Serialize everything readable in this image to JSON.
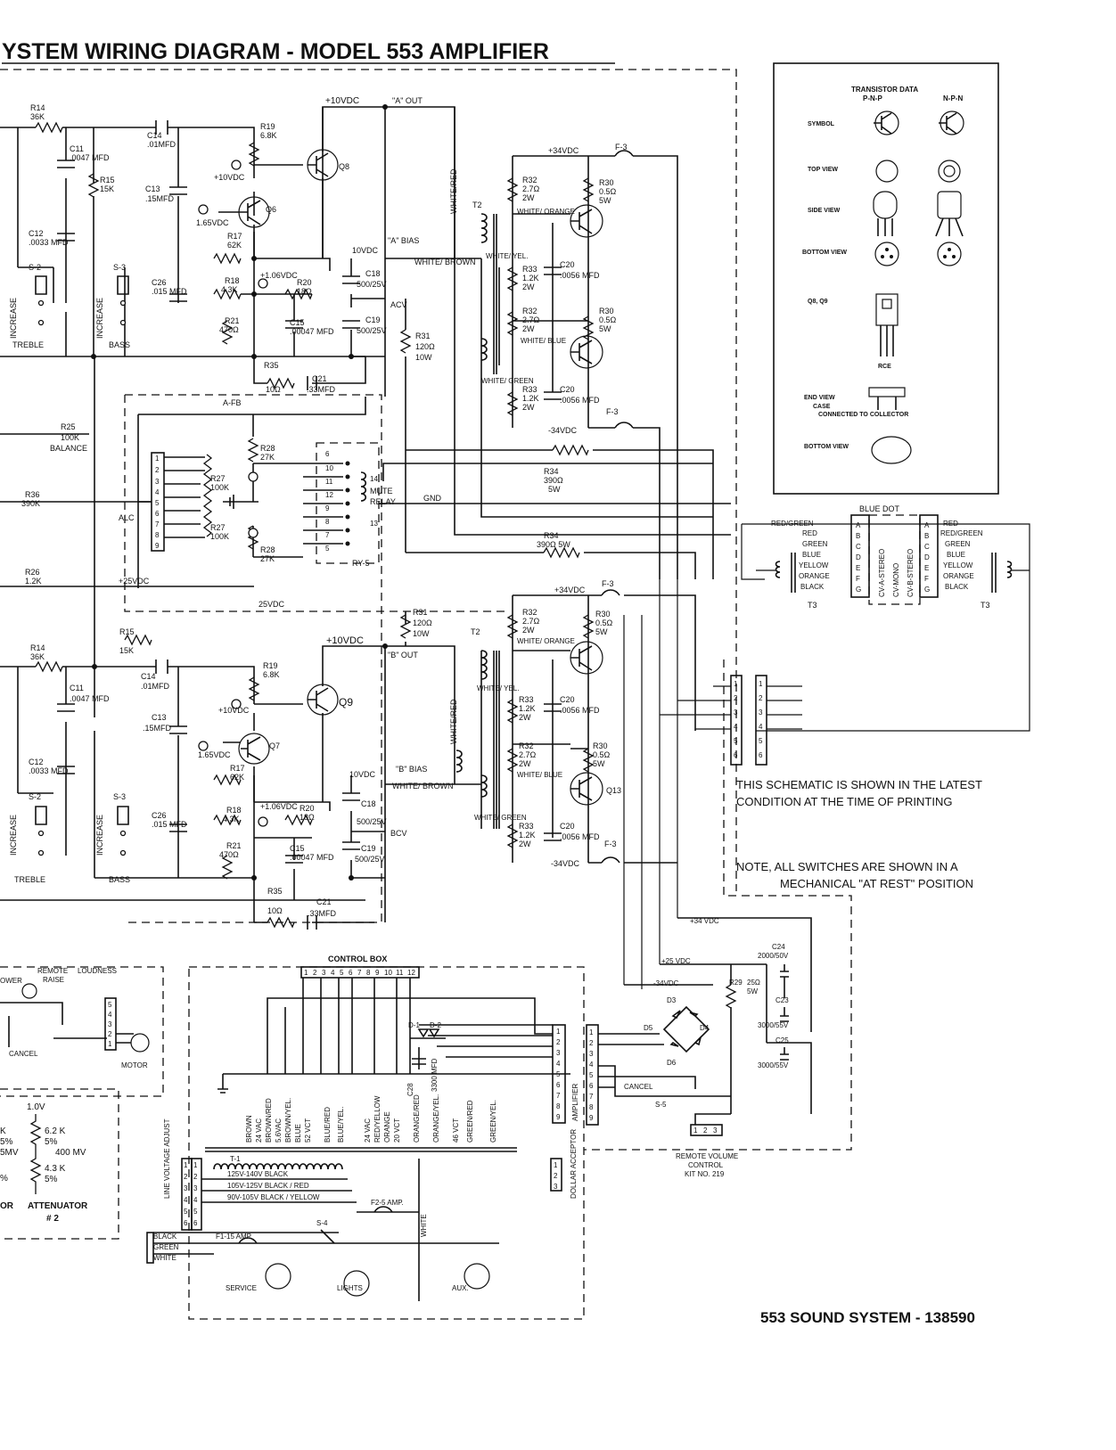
{
  "header": {
    "title": "YSTEM WIRING DIAGRAM - MODEL 553 AMPLIFIER",
    "footer": "553 SOUND SYSTEM - 138590"
  },
  "notes": {
    "line1": "THIS SCHEMATIC IS SHOWN IN THE LATEST",
    "line2": "CONDITION AT THE TIME OF PRINTING",
    "line3": "NOTE, ALL SWITCHES ARE SHOWN IN A",
    "line4": "MECHANICAL \"AT REST\" POSITION"
  },
  "transistor_data": {
    "title": "TRANSISTOR DATA",
    "pnp": "P-N-P",
    "npn": "N-P-N",
    "rows": [
      "SYMBOL",
      "TOP VIEW",
      "SIDE VIEW",
      "BOTTOM VIEW",
      "Q8, Q9",
      "END VIEW",
      "BOTTOM VIEW"
    ],
    "case_note1": "CASE",
    "case_note2": "CONNECTED TO COLLECTOR",
    "rce": "RCE"
  },
  "ch1": {
    "r14": "R14",
    "r14v": "36K",
    "c11": "C11",
    "c11v": ".0047 MFD",
    "c14": "C14",
    "c14v": ".01MFD",
    "r15": "R15",
    "r15v": "15K",
    "c13": "C13",
    "c13v": ".15MFD",
    "c12": "C12",
    "c12v": ".0033 MFD",
    "r19": "R19",
    "r19v": "6.8K",
    "q8": "Q8",
    "q6": "Q6",
    "v10": "+10VDC",
    "v165": "1.65VDC",
    "r17": "R17",
    "r17v": "62K",
    "r18": "R18",
    "r18v": "4.3K",
    "v106": "+1.06VDC",
    "r20": "R20",
    "r20v": "18Ω",
    "r21": "R21",
    "r21v": "470Ω",
    "c15": "C15",
    "c15v": ".00047 MFD",
    "c26": "C26",
    "c26v": ".015 MFD",
    "r35": "R35",
    "r35v": "10Ω",
    "c21": "C21",
    "c21v": ".33MFD",
    "afb": "A-FB",
    "s2": "S-2",
    "s3": "S-3",
    "increase": "INCREASE",
    "treble": "TREBLE",
    "bass": "BASS",
    "top_v": "+10VDC",
    "aout": "\"A\" OUT",
    "abias": "\"A\" BIAS",
    "bias_v": "10VDC",
    "c18": "C18",
    "c18v": "500/25V",
    "c19": "C19",
    "c19v": "500/25V",
    "acv": "ACV",
    "r31": "R31",
    "r31v": "120Ω",
    "r31w": "10W",
    "white_red": "WHITE/RED",
    "white_brown": "WHITE/ BROWN",
    "t2": "T2",
    "p34": "+34VDC",
    "f3": "F-3",
    "n34": "-34VDC",
    "r32": "R32",
    "r32v": "2.7Ω",
    "r32w": "2W",
    "r30": "R30",
    "r30v": "0.5Ω",
    "r30w": "5W",
    "white_orange": "WHITE/ ORANGE",
    "white_yel": "WHITE/ YEL.",
    "r33": "R33",
    "r33v": "1.2K",
    "r33w": "2W",
    "c20": "C20",
    "c20v": ".0056 MFD",
    "white_blue": "WHITE/ BLUE",
    "white_green": "WHITE/ GREEN"
  },
  "mid": {
    "r25": "R25",
    "r25v": "100K",
    "balance": "BALANCE",
    "r36": "R36",
    "r36v": "390K",
    "alc": "ALC",
    "r27": "R27",
    "r27v": "100K",
    "r28": "R28",
    "r28v": "27K",
    "r26": "R26",
    "r26v": "1.2K",
    "p25": "+25VDC",
    "v25": "25VDC",
    "mute": "MUTE",
    "relay": "RELAY",
    "ry5": "RY-5",
    "gnd": "GND",
    "r34": "R34",
    "r34v": "390Ω",
    "r34w": "5W",
    "r34b": "390Ω 5W",
    "pins": [
      "1",
      "2",
      "3",
      "4",
      "5",
      "6",
      "7",
      "8",
      "9"
    ],
    "relay_pins": [
      "6",
      "10",
      "11",
      "12",
      "9",
      "8",
      "7",
      "5",
      "14",
      "13"
    ]
  },
  "ch2": {
    "r14": "R14",
    "r14v": "36K",
    "c11": "C11",
    "c11v": ".0047 MFD",
    "c14": "C14",
    "c14v": ".01MFD",
    "r15": "R15",
    "r15v": "15K",
    "c13": "C13",
    "c13v": ".15MFD",
    "c12": "C12",
    "c12v": ".0033 MFD",
    "r19": "R19",
    "r19v": "6.8K",
    "q9": "Q9",
    "q7": "Q7",
    "v10": "+10VDC",
    "v165": "1.65VDC",
    "r17": "R17",
    "r17v": "62K",
    "r18": "R18",
    "r18v": "4.3K",
    "v106": "+1.06VDC",
    "r20": "R20",
    "r20v": "18Ω",
    "r21": "R21",
    "r21v": "470Ω",
    "c15": "C15",
    "c15v": ".00047 MFD",
    "c26": "C26",
    "c26v": ".015 MFD",
    "r35": "R35",
    "r35v": "10Ω",
    "c21": "C21",
    "c21v": ".33MFD",
    "s2": "S-2",
    "s3": "S-3",
    "increase": "INCREASE",
    "treble": "TREBLE",
    "bass": "BASS",
    "top_v": "+10VDC",
    "bout": "\"B\" OUT",
    "bbias": "\"B\" BIAS",
    "bias_v": "10VDC",
    "c18": "C18",
    "c18v": "500/25V",
    "c19": "C19",
    "c19v": "500/25V",
    "bcv": "BCV",
    "r31": "R31",
    "r31v": "120Ω",
    "r31w": "10W",
    "white_red": "WHITE/RED",
    "white_brown": "WHITE/ BROWN",
    "t2": "T2",
    "p34": "+34VDC",
    "f3": "F-3",
    "n34": "-34VDC",
    "r32": "R32",
    "r32v": "2.7Ω",
    "r32w": "2W",
    "r30": "R30",
    "r30v": "0.5Ω",
    "r30w": "5W",
    "white_orange": "WHITE/ ORANGE",
    "white_yel": "WHITE/ YEL.",
    "r33": "R33",
    "r33v": "1.2K",
    "r33w": "2W",
    "c20": "C20",
    "c20v": ".0056 MFD",
    "q13": "Q13",
    "white_blue": "WHITE/ BLUE",
    "white_green": "WHITE/ GREEN"
  },
  "speaker": {
    "blue_dot": "BLUE DOT",
    "left_colors": [
      "RED/GREEN",
      "RED",
      "GREEN",
      "BLUE",
      "YELLOW",
      "ORANGE",
      "BLACK"
    ],
    "right_colors": [
      "RED",
      "RED/GREEN",
      "GREEN",
      "BLUE",
      "YELLOW",
      "ORANGE",
      "BLACK"
    ],
    "a_pins": [
      "A",
      "B",
      "C",
      "D",
      "E",
      "F",
      "G"
    ],
    "mono_labels": [
      "CV-A-STEREO",
      "CV-MONO",
      "CV-B-STEREO"
    ],
    "t3": "T3",
    "plug_pins": [
      "1",
      "2",
      "3",
      "4",
      "5",
      "6"
    ]
  },
  "remote": {
    "power": "OWER",
    "remote": "REMOTE",
    "raise": "RAISE",
    "loudness": "LOUDNESS",
    "cancel": "CANCEL",
    "motor": "MOTOR",
    "pins": [
      "5",
      "4",
      "3",
      "2",
      "1"
    ]
  },
  "attenuator": {
    "v1": "1.0V",
    "k": "K",
    "pct": "5%",
    "mv": "5MV",
    "pct2": "%",
    "r62": "6.2 K",
    "r62p": "5%",
    "v400": "400 MV",
    "r43": "4.3 K",
    "r43p": "5%",
    "or": "OR",
    "label": "ATTENUATOR",
    "num": "# 2"
  },
  "control_box": {
    "label": "CONTROL BOX",
    "top_pins": [
      "1",
      "2",
      "3",
      "4",
      "5",
      "6",
      "7",
      "8",
      "9",
      "10",
      "11",
      "12"
    ],
    "side_pins": [
      "1",
      "2",
      "3",
      "4",
      "5",
      "6",
      "7",
      "8",
      "9"
    ],
    "d1": "D-1",
    "d2": "D-2",
    "c28": "C28",
    "c28v": "3300 MFD",
    "wires": [
      "BROWN",
      "24 VAC",
      "BROWN/RED",
      "5.6VAC",
      "BROWN/YEL.",
      "BLUE",
      "52 VCT",
      "BLUE/RED",
      "BLUE/YEL.",
      "24 VAC",
      "RED/YELLOW",
      "ORANGE",
      "20 VCT",
      "ORANGE/RED",
      "ORANGE/YEL.",
      "46 VCT",
      "GREEN/RED",
      "GREEN/YEL."
    ],
    "t1": "T-1",
    "line_voltage": "LINE VOLTAGE ADJUST",
    "lv_pins": [
      "1",
      "2",
      "3",
      "4",
      "5",
      "6"
    ],
    "tap1": "125V-140V  BLACK",
    "tap2": "105V-125V BLACK / RED",
    "tap3": "90V-105V BLACK / YELLOW",
    "f2": "F2-5 AMP.",
    "f1": "F1-15 AMP.",
    "s4": "S-4",
    "white": "WHITE",
    "black": "BLACK",
    "green": "GREEN",
    "white2": "WHITE",
    "service": "SERVICE",
    "lights": "LIGHTS",
    "aux": "AUX.",
    "dollar": "DOLLAR ACCEPTOR",
    "dollar_pins": [
      "1",
      "2",
      "3"
    ],
    "amplifier": "AMPLIFIER"
  },
  "power_supply": {
    "p34": "+34 VDC",
    "p25": "+25 VDC",
    "n34": "-34VDC",
    "c24": "C24",
    "c24v": "2000/50V",
    "r29": "R29",
    "r29v": "25Ω",
    "r29w": "5W",
    "c23": "C23",
    "c23v": "3000/55V",
    "c25": "C25",
    "c25v": "3000/55V",
    "d3": "D3",
    "d4": "D4",
    "d5": "D5",
    "d6": "D6",
    "cancel": "CANCEL",
    "s5": "S-5",
    "amp_pins": [
      "1",
      "2",
      "3",
      "4",
      "5",
      "6",
      "7",
      "8",
      "9"
    ],
    "remote_pins": [
      "1",
      "2",
      "3"
    ],
    "remote1": "REMOTE VOLUME",
    "remote2": "CONTROL",
    "remote3": "KIT NO. 219"
  }
}
